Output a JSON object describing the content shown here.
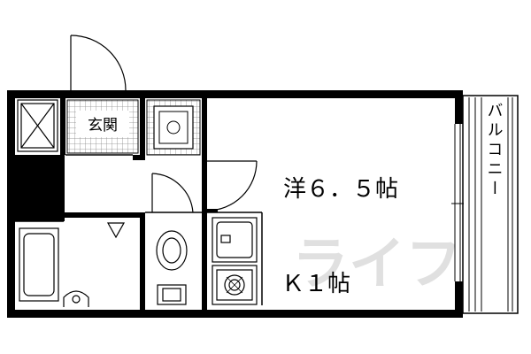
{
  "rooms": {
    "genkan": "玄関",
    "western": "洋６．５帖",
    "kitchen": "Ｋ１帖",
    "balcony": "バルコニー"
  },
  "watermark": "ライフ"
}
